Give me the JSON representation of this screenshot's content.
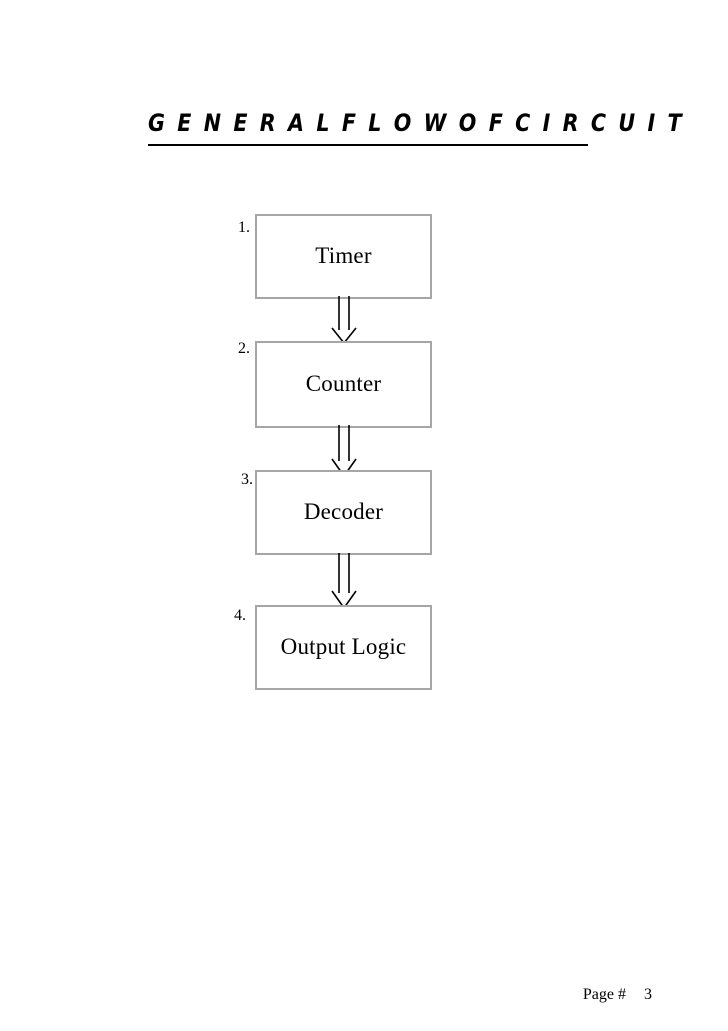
{
  "document": {
    "title": "G E N E R A L    F L O W    O F    C I R C U I T",
    "title_plain": "GENERAL FLOW OF CIRCUIT"
  },
  "diagram": {
    "type": "flowchart",
    "orientation": "vertical",
    "connector_style": "hollow-block-arrow",
    "box_border_color": "#a6a6a6",
    "arrow_color": "#000000",
    "nodes": [
      {
        "number": "1.",
        "label": "Timer"
      },
      {
        "number": "2.",
        "label": "Counter"
      },
      {
        "number": "3.",
        "label": "Decoder"
      },
      {
        "number": "4.",
        "label": "Output Logic"
      }
    ],
    "edges": [
      {
        "from": "Timer",
        "to": "Counter"
      },
      {
        "from": "Counter",
        "to": "Decoder"
      },
      {
        "from": "Decoder",
        "to": "Output Logic"
      }
    ]
  },
  "footer": {
    "page_label": "Page #",
    "page_number": "3"
  }
}
